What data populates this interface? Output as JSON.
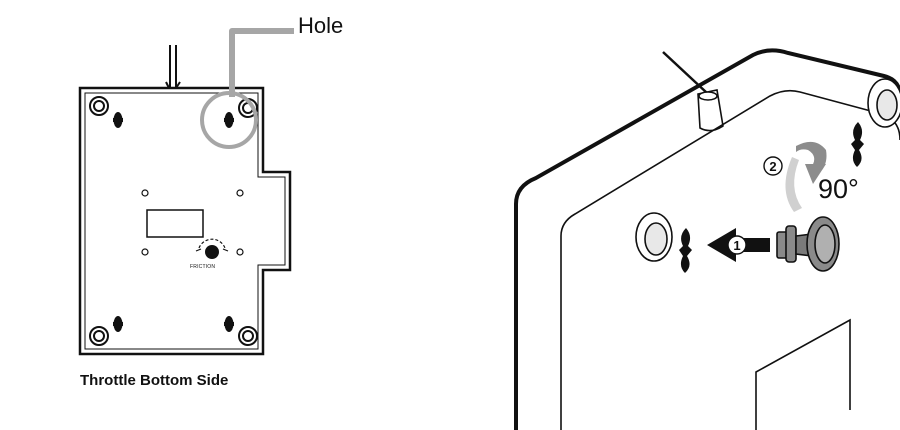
{
  "labels": {
    "hole": "Hole",
    "caption": "Throttle Bottom Side",
    "friction": "FRICTION",
    "rotation": "90°"
  },
  "steps": [
    "1",
    "2"
  ],
  "icons": {
    "hole_callout": "circle-callout-icon",
    "step_push": "arrow-left-icon",
    "step_rotate": "rotate-clockwise-icon"
  },
  "colors": {
    "line": "#111111",
    "callout": "#a6a6a6",
    "rotate_arrow": "#8c8c8c",
    "rotate_arrow_light": "#d0d0d0",
    "foot": "#7a7a7a"
  }
}
